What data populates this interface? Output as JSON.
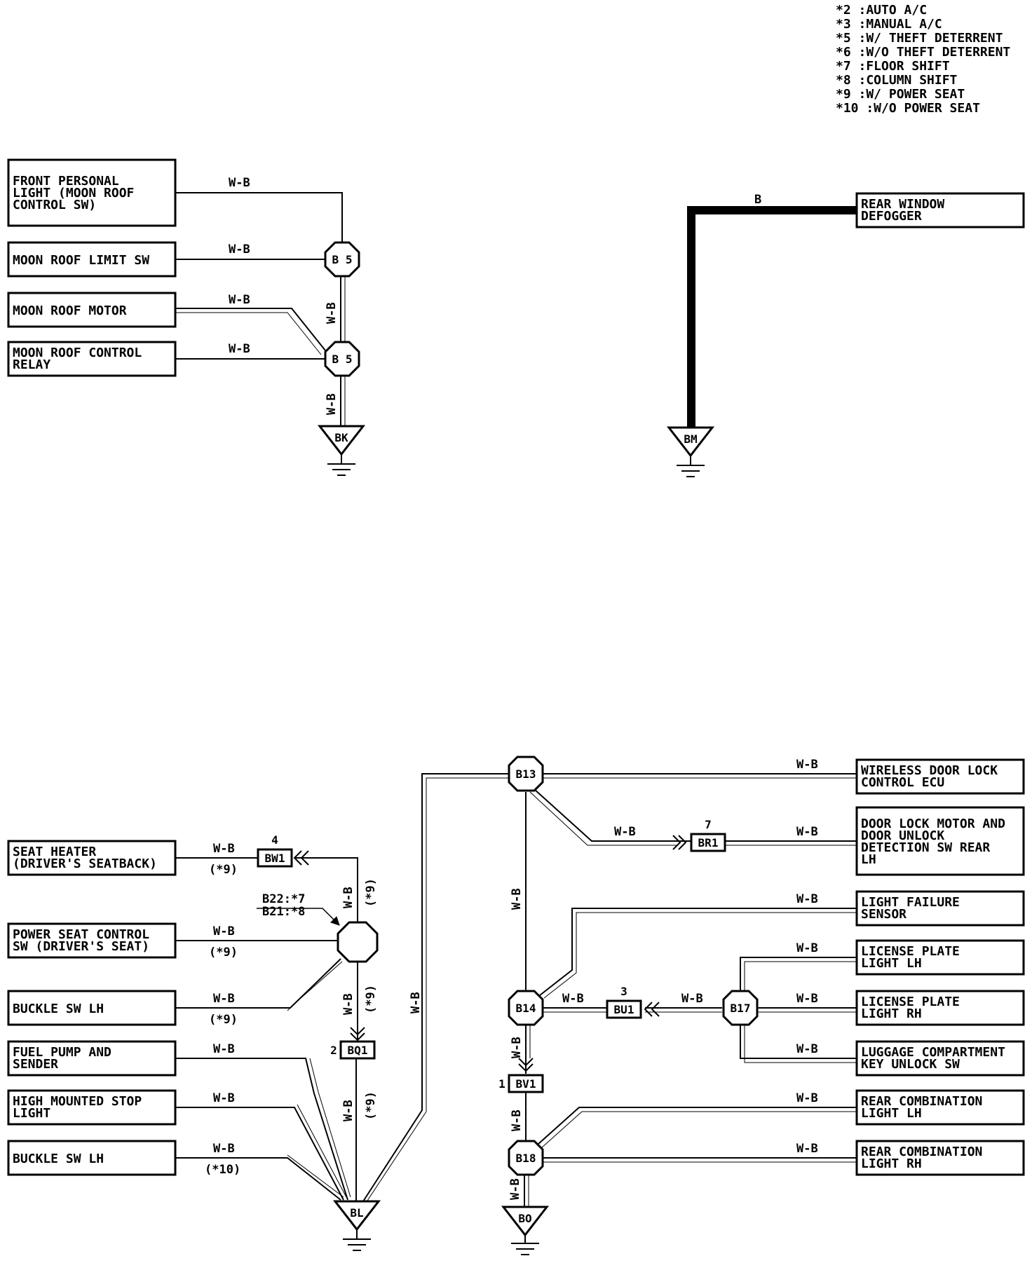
{
  "legend": [
    "*2 :AUTO A/C",
    "*3 :MANUAL A/C",
    "*5 :W/ THEFT DETERRENT",
    "*6 :W/O THEFT DETERRENT",
    "*7 :FLOOR SHIFT",
    "*8 :COLUMN SHIFT",
    "*9 :W/ POWER SEAT",
    "*10 :W/O POWER SEAT"
  ],
  "wire_colors": {
    "wb": "W-B",
    "b": "B"
  },
  "moonroof": {
    "front_personal_light": [
      "FRONT PERSONAL",
      "LIGHT (MOON ROOF",
      "CONTROL SW)"
    ],
    "limit_sw": [
      "MOON ROOF LIMIT SW"
    ],
    "motor": [
      "MOON ROOF MOTOR"
    ],
    "control_relay": [
      "MOON ROOF CONTROL",
      "RELAY"
    ],
    "junction": "B 5",
    "ground": "BK"
  },
  "defogger": {
    "device": [
      "REAR WINDOW",
      "DEFOGGER"
    ],
    "ground": "BM"
  },
  "seat": {
    "seat_heater": [
      "SEAT HEATER",
      "(DRIVER'S SEATBACK)"
    ],
    "power_seat_sw": [
      "POWER SEAT CONTROL",
      "SW (DRIVER'S SEAT)"
    ],
    "buckle_sw_1": [
      "BUCKLE SW LH"
    ],
    "fuel_pump": [
      "FUEL PUMP AND",
      "SENDER"
    ],
    "high_stop": [
      "HIGH MOUNTED STOP",
      "LIGHT"
    ],
    "buckle_sw_2": [
      "BUCKLE SW LH"
    ],
    "note_9": "(*9)",
    "note_10": "(*10)",
    "junction_note": [
      "B22:*7",
      "B21:*8"
    ],
    "bw1": "BW1",
    "bw1_pin": "4",
    "bq1": "BQ1",
    "bq1_pin": "2",
    "ground": "BL"
  },
  "rear": {
    "b13": "B13",
    "b14": "B14",
    "b17": "B17",
    "b18": "B18",
    "br1": "BR1",
    "br1_pin": "7",
    "bu1": "BU1",
    "bu1_pin": "3",
    "bv1": "BV1",
    "bv1_pin": "1",
    "ground": "BO",
    "wireless_ecu": [
      "WIRELESS DOOR LOCK",
      "CONTROL ECU"
    ],
    "door_lock_motor": [
      "DOOR LOCK MOTOR AND",
      "DOOR UNLOCK",
      "DETECTION SW REAR",
      "LH"
    ],
    "light_failure": [
      "LIGHT FAILURE",
      "SENSOR"
    ],
    "license_lh": [
      "LICENSE PLATE",
      "LIGHT LH"
    ],
    "license_rh": [
      "LICENSE PLATE",
      "LIGHT RH"
    ],
    "luggage": [
      "LUGGAGE COMPARTMENT",
      "KEY UNLOCK SW"
    ],
    "rear_comb_lh": [
      "REAR COMBINATION",
      "LIGHT LH"
    ],
    "rear_comb_rh": [
      "REAR COMBINATION",
      "LIGHT RH"
    ]
  }
}
